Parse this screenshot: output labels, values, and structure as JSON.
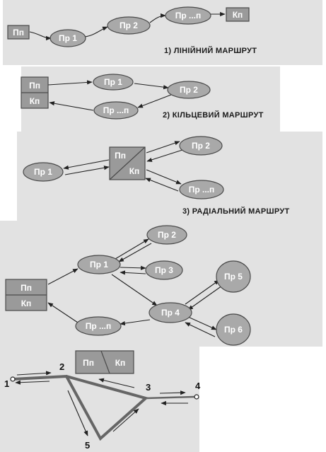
{
  "nodes": {
    "pp": "Пп",
    "kp": "Кп",
    "pr1": "Пр 1",
    "pr2": "Пр 2",
    "pr3": "Пр 3",
    "pr4": "Пр 4",
    "pr5": "Пр 5",
    "pr6": "Пр 6",
    "prn": "Пр ...п"
  },
  "captions": {
    "linear": "1) ЛІНІЙНИЙ МАРШРУТ",
    "ring": "2) КІЛЬЦЕВИЙ МАРШРУТ",
    "radial": "3) РАДІАЛЬНИЙ МАРШРУТ"
  },
  "points": [
    "1",
    "2",
    "3",
    "4",
    "5"
  ],
  "colors": {
    "node_fill": "#a9a9a9",
    "panel": "#e2e2e2",
    "route": "#666666"
  }
}
